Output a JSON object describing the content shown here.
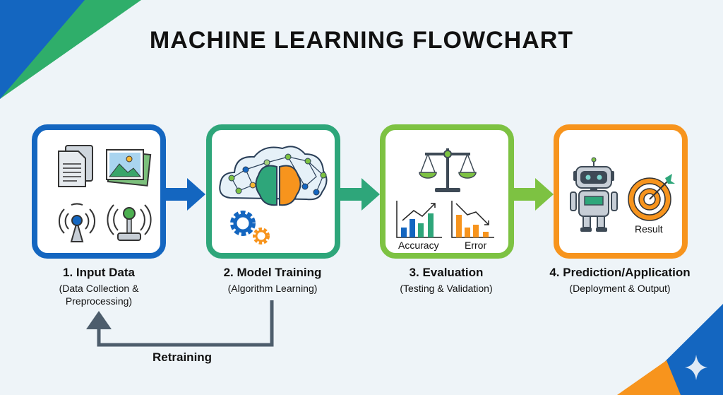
{
  "title": "MACHINE LEARNING FLOWCHART",
  "colors": {
    "blue": "#1466c0",
    "teal": "#2ea67a",
    "lime": "#7dc242",
    "orange": "#f7941d",
    "loop": "#4d5d6c"
  },
  "steps": [
    {
      "title": "1. Input Data",
      "subtitle": "(Data Collection &",
      "subtitle2": "Preprocessing)",
      "icons": [
        "document-icon",
        "image-icon",
        "sensor-icon",
        "joystick-icon"
      ]
    },
    {
      "title": "2. Model Training",
      "subtitle": "(Algorithm Learning)",
      "icons": [
        "brain-network-icon",
        "gears-icon"
      ]
    },
    {
      "title": "3. Evaluation",
      "subtitle": "(Testing & Validation)",
      "icons": [
        "scale-icon",
        "accuracy-chart-icon",
        "error-chart-icon"
      ],
      "chart_labels": [
        "Accuracy",
        "Error"
      ]
    },
    {
      "title": "4. Prediction/Application",
      "subtitle": "(Deployment & Output)",
      "icons": [
        "robot-icon",
        "target-icon"
      ],
      "result_label": "Result"
    }
  ],
  "loop": {
    "label": "Retraining"
  }
}
